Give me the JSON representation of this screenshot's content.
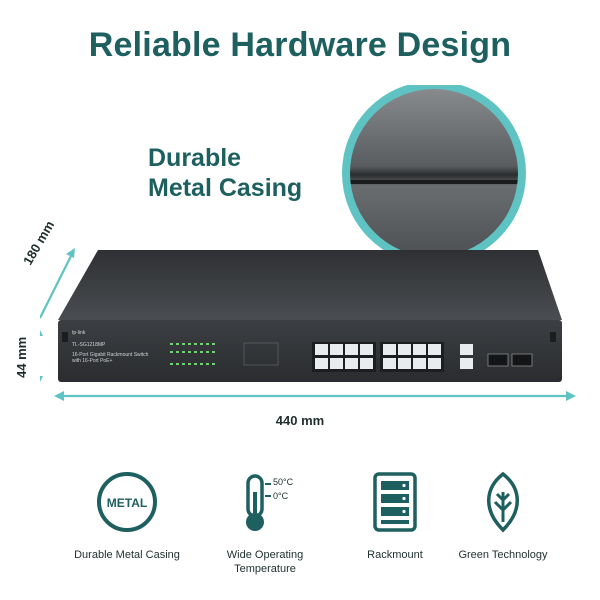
{
  "headline": "Reliable Hardware Design",
  "callout": {
    "line1": "Durable",
    "line2": "Metal Casing"
  },
  "dimensions": {
    "width": "440 mm",
    "depth": "180 mm",
    "height": "44 mm"
  },
  "device": {
    "brand": "tp-link",
    "model": "TL-SG1218MP",
    "description_line1": "16-Port Gigabit Rackmount Switch",
    "description_line2": "with 16-Port PoE+"
  },
  "features": [
    {
      "label": "Durable Metal Casing",
      "icon": "metal-badge-icon",
      "badge_text": "METAL"
    },
    {
      "label_line1": "Wide Operating",
      "label_line2": "Temperature",
      "icon": "thermometer-icon",
      "temp_high": "50°C",
      "temp_low": "0°C"
    },
    {
      "label": "Rackmount",
      "icon": "rack-icon"
    },
    {
      "label": "Green Technology",
      "icon": "leaf-icon"
    }
  ],
  "colors": {
    "accent": "#1e5f5f",
    "teal": "#5fc3c3",
    "device": "#3a3d40"
  }
}
